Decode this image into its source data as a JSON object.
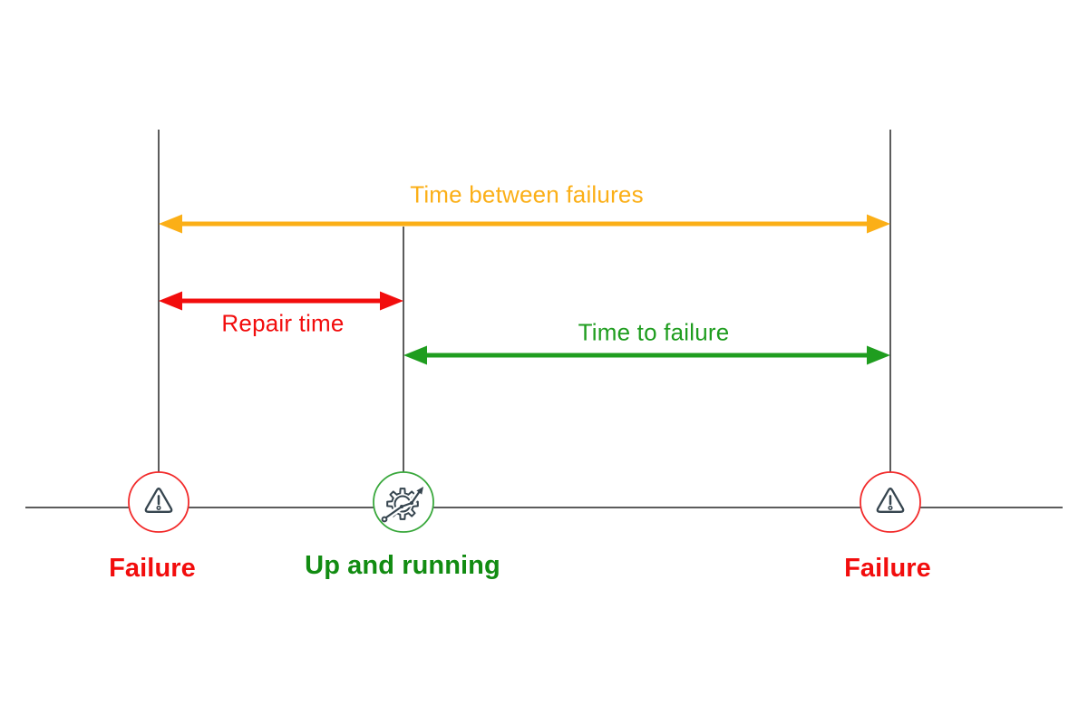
{
  "diagram": {
    "intervals": [
      {
        "name": "time-between-failures",
        "label": "Time between failures",
        "color": "#FBAF17"
      },
      {
        "name": "repair-time",
        "label": "Repair time",
        "color": "#F20D0D"
      },
      {
        "name": "time-to-failure",
        "label": "Time to failure",
        "color": "#1F9D1F"
      }
    ],
    "events": [
      {
        "name": "failure-start",
        "label": "Failure",
        "icon": "warning-triangle-icon",
        "label_color": "#F20D0D",
        "circle_color": "#F22B2B"
      },
      {
        "name": "up-and-running",
        "label": "Up and running",
        "icon": "gear-trend-arrow-icon",
        "label_color": "#128C12",
        "circle_color": "#39A83C"
      },
      {
        "name": "failure-end",
        "label": "Failure",
        "icon": "warning-triangle-icon",
        "label_color": "#F20D0D",
        "circle_color": "#F22B2B"
      }
    ],
    "colors": {
      "icon_ink": "#36454F",
      "timeline_ink": "#262626",
      "background": "#FFFFFF"
    }
  }
}
